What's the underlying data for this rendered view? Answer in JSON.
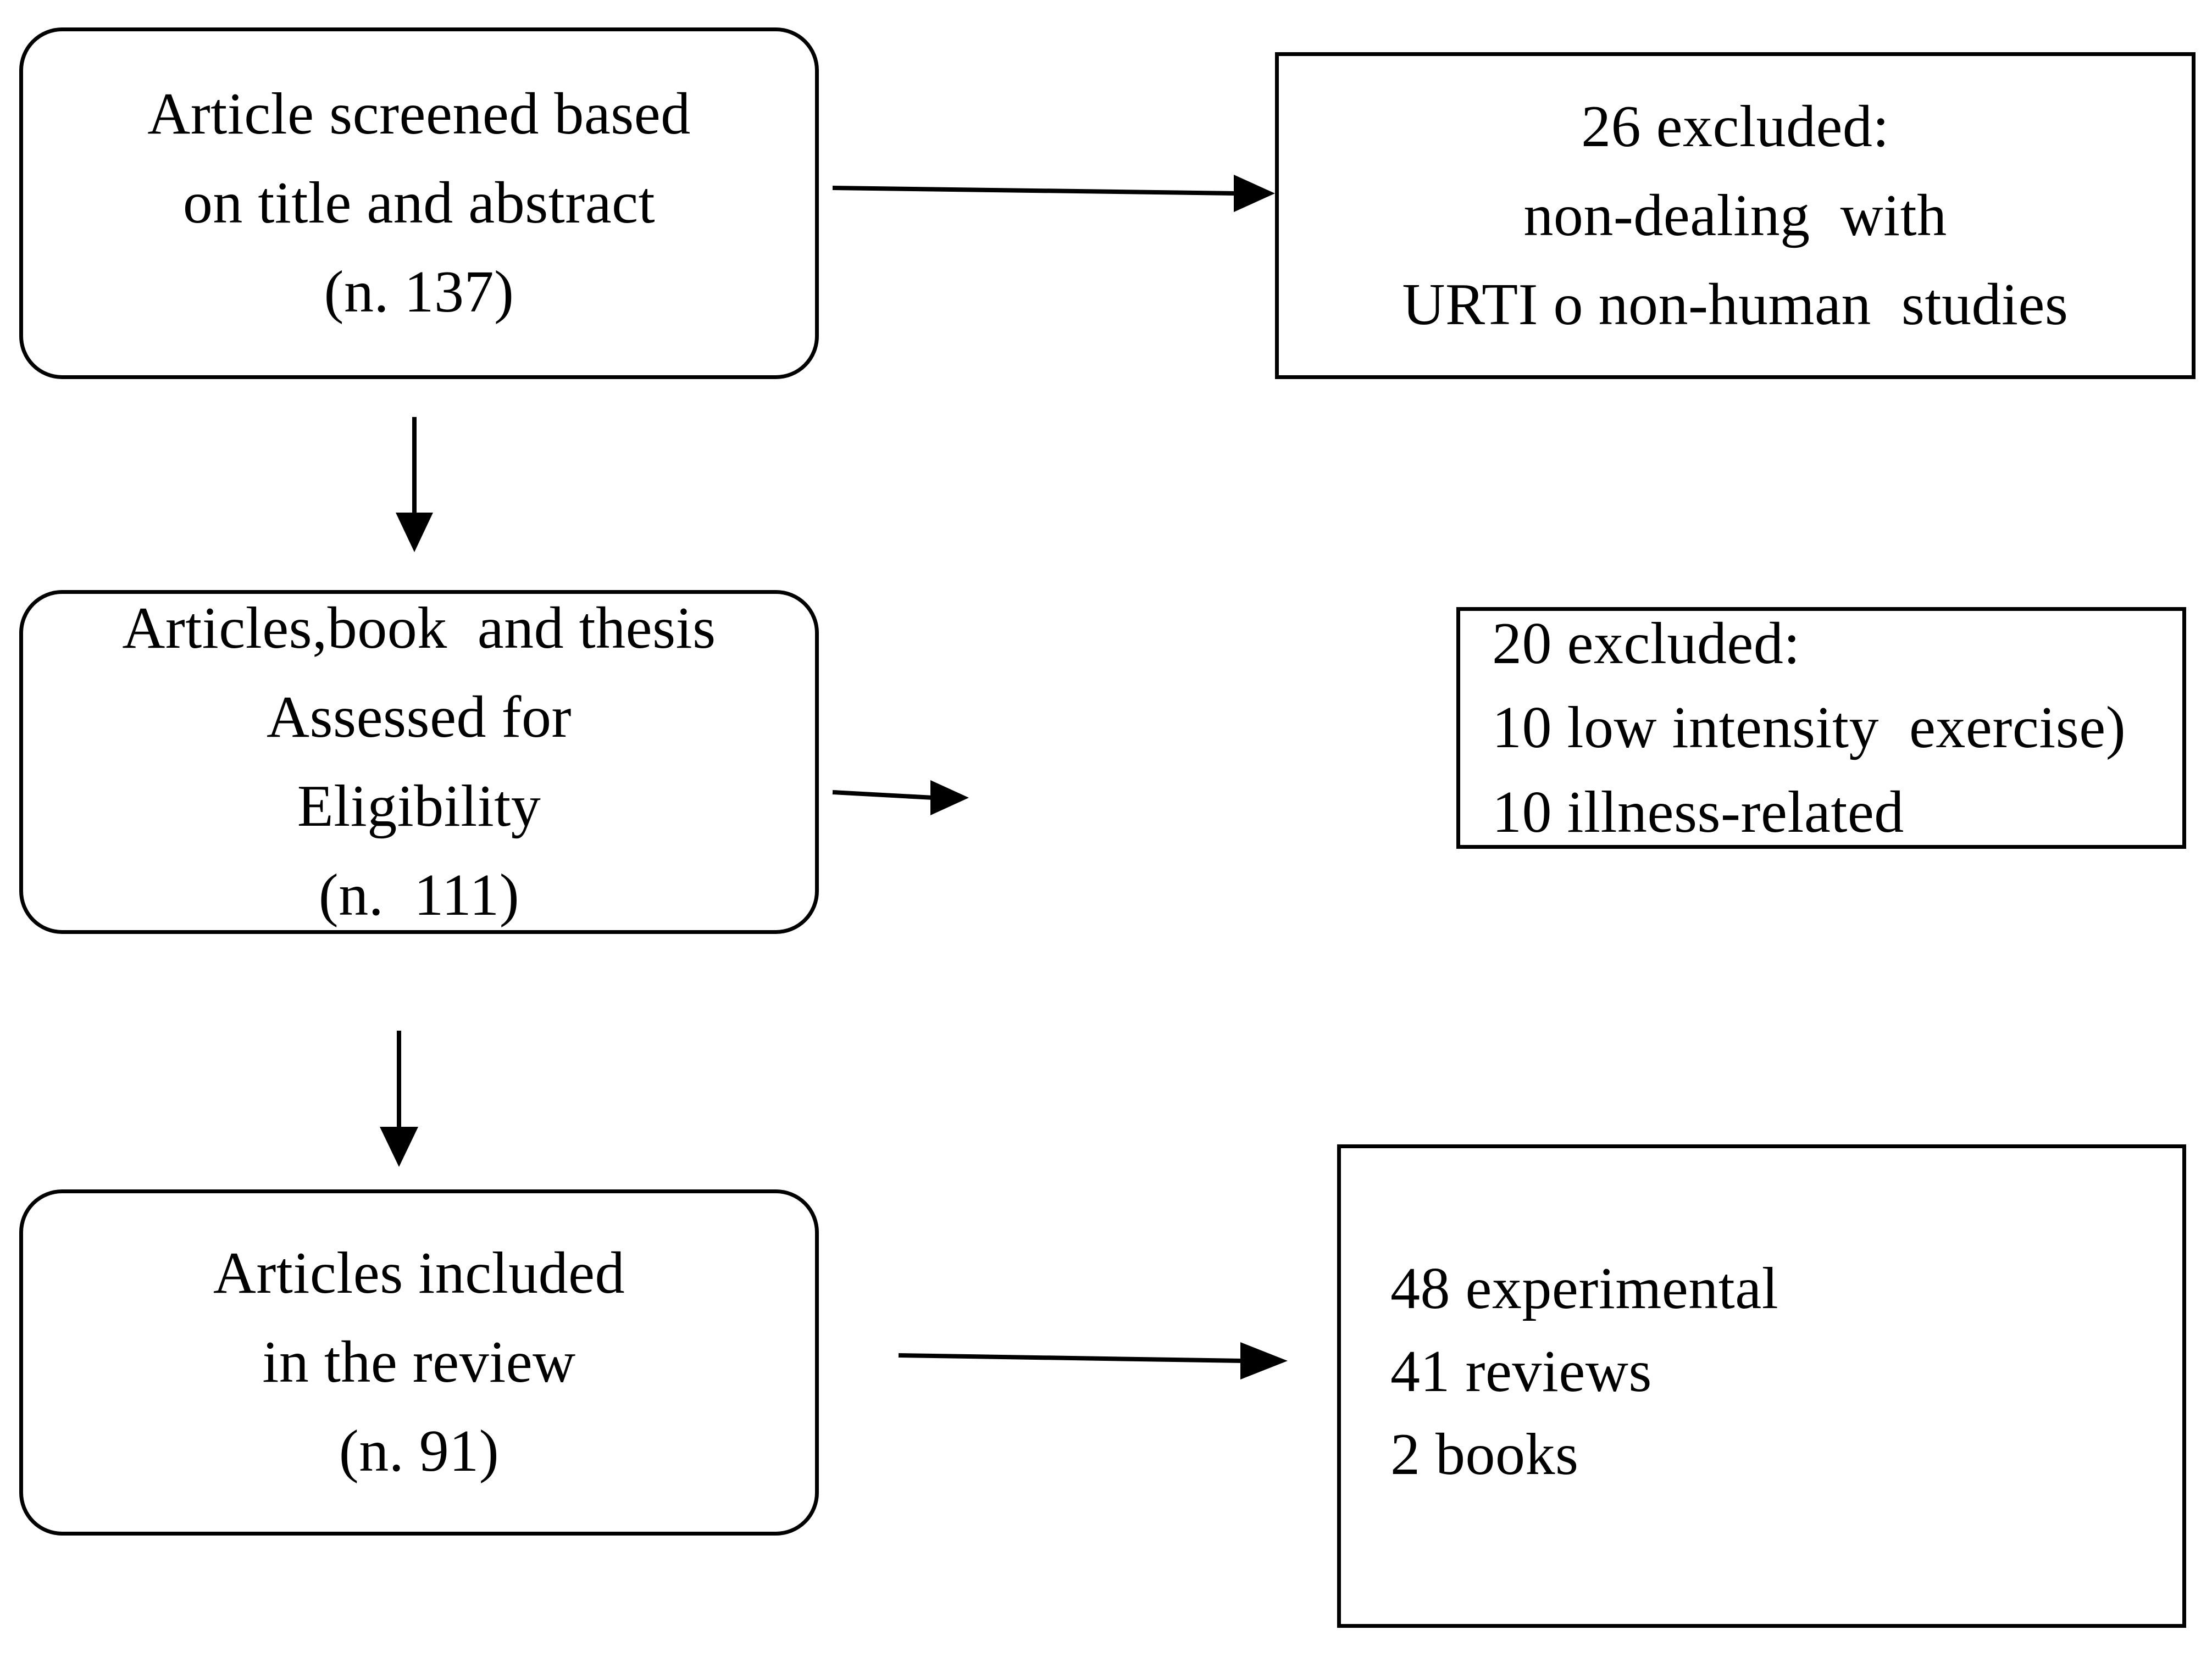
{
  "diagram": {
    "type": "prisma-flow-diagram",
    "orientation": "vertical-with-side-exclusions",
    "nodes": [
      {
        "id": "screened",
        "shape": "rounded-rectangle",
        "align": "center",
        "lines": [
          "Article screened based",
          "on title and abstract",
          "(n. 137)"
        ]
      },
      {
        "id": "excluded_1",
        "shape": "rectangle",
        "align": "center",
        "lines": [
          "26 excluded:",
          "non-dealing  with",
          "URTI o non-human  studies"
        ]
      },
      {
        "id": "eligible",
        "shape": "rounded-rectangle",
        "align": "center",
        "lines": [
          "Articles,book  and thesis",
          "Assessed for",
          "Eligibility",
          "(n.  111)"
        ]
      },
      {
        "id": "excluded_2",
        "shape": "rectangle",
        "align": "left",
        "lines": [
          "20 excluded:",
          "10 low intensity  exercise)",
          "10 illness-related"
        ]
      },
      {
        "id": "included",
        "shape": "rounded-rectangle",
        "align": "center",
        "lines": [
          "Articles included",
          "in the review",
          "(n. 91)"
        ]
      },
      {
        "id": "breakdown",
        "shape": "rectangle",
        "align": "left",
        "lines": [
          "48 experimental",
          "41 reviews",
          "2 books"
        ]
      }
    ],
    "edges": [
      {
        "id": "screened-to-excluded1",
        "from": "screened",
        "to": "excluded_1",
        "direction": "right",
        "arrowhead": "filled-triangle"
      },
      {
        "id": "screened-to-eligible",
        "from": "screened",
        "to": "eligible",
        "direction": "down",
        "arrowhead": "filled-triangle"
      },
      {
        "id": "eligible-to-excluded2",
        "from": "eligible",
        "to": "excluded_2",
        "direction": "right",
        "arrowhead": "filled-triangle"
      },
      {
        "id": "eligible-to-included",
        "from": "eligible",
        "to": "included",
        "direction": "down",
        "arrowhead": "filled-triangle"
      },
      {
        "id": "included-to-breakdown",
        "from": "included",
        "to": "breakdown",
        "direction": "right",
        "arrowhead": "filled-triangle"
      }
    ],
    "colors": {
      "stroke": "#000000",
      "fill": "#ffffff",
      "text": "#000000"
    }
  }
}
